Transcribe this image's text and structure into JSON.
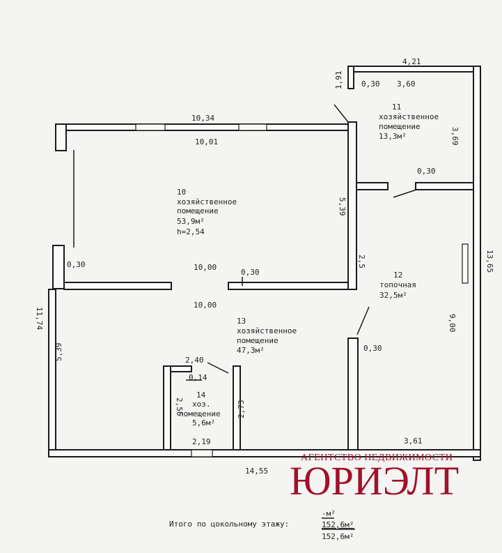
{
  "dimensions": {
    "top_outer": "10,34",
    "top_inner": "10,01",
    "left_total": "11,74",
    "left_upper_thickness": "0,30",
    "middle_a": "10,00",
    "middle_b": "10,00",
    "middle_thickness": "0,30",
    "room10_height_side": "5,39",
    "room13_side": "5,39",
    "bottom_outer": "14,55",
    "right_total": "13,65",
    "room12_height": "9,00",
    "room12_width": "3,61",
    "room12_thickness": "0,30",
    "room11_outer": "4,21",
    "room11_inner": "3,60",
    "room11_thickness": "0,30",
    "room11_height": "3,69",
    "room11_door_thickness": "0,30",
    "room11_offset": "1,91",
    "partition": "2,5",
    "room14_top": "2,40",
    "room14_thickness": "0,14",
    "room14_left": "2,56",
    "room14_right": "2,73",
    "room14_bottom": "2,19"
  },
  "rooms": [
    {
      "number": "10",
      "name_1": "хозяйственное",
      "name_2": "помещение",
      "area": "53,9м²",
      "height": "h=2,54"
    },
    {
      "number": "11",
      "name_1": "хозяйственное",
      "name_2": "помещение",
      "area": "13,3м²"
    },
    {
      "number": "12",
      "name_1": "топочная",
      "area": "32,5м²"
    },
    {
      "number": "13",
      "name_1": "хозяйственное",
      "name_2": "помещение",
      "area": "47,3м²"
    },
    {
      "number": "14",
      "name_1": "хоз.",
      "name_2": "помещение",
      "area": "5,6м²"
    }
  ],
  "totals": {
    "label": "Итого по цокольному этажу:",
    "line1": "-м²",
    "line2": "152,6м²",
    "line3": "152,6м²"
  },
  "watermark": {
    "subtitle": "АГЕНТСТВО НЕДВИЖИМОСТИ",
    "brand": "ЮРИЭЛТ"
  }
}
